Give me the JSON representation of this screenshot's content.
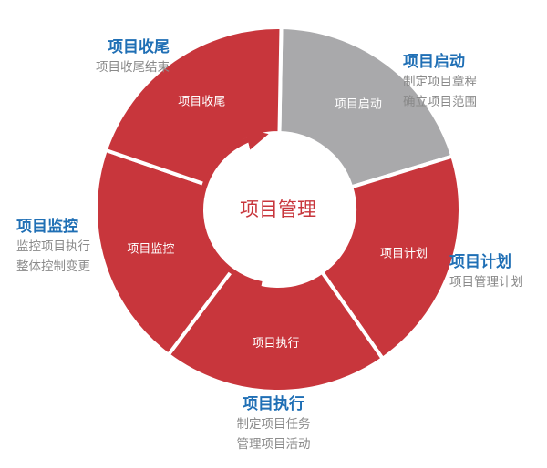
{
  "center": {
    "label": "项目管理"
  },
  "segments": [
    {
      "label": "项目启动",
      "color": "#a9a9ab"
    },
    {
      "label": "项目计划",
      "color": "#c8363c"
    },
    {
      "label": "项目执行",
      "color": "#c8363c"
    },
    {
      "label": "项目监控",
      "color": "#c8363c"
    },
    {
      "label": "项目收尾",
      "color": "#c8363c"
    }
  ],
  "callouts": {
    "start": {
      "title": "项目启动",
      "lines": [
        "制定项目章程",
        "确立项目范围"
      ]
    },
    "plan": {
      "title": "项目计划",
      "lines": [
        "项目管理计划"
      ]
    },
    "exec": {
      "title": "项目执行",
      "lines": [
        "制定项目任务",
        "管理项目活动"
      ]
    },
    "monitor": {
      "title": "项目监控",
      "lines": [
        "监控项目执行",
        "整体控制变更"
      ]
    },
    "close": {
      "title": "项目收尾",
      "lines": [
        "项目收尾结束"
      ]
    }
  },
  "colors": {
    "accent_red": "#c8363c",
    "gray": "#a9a9ab",
    "title_blue": "#1f6fb5",
    "caption_gray": "#8a8a8a"
  }
}
